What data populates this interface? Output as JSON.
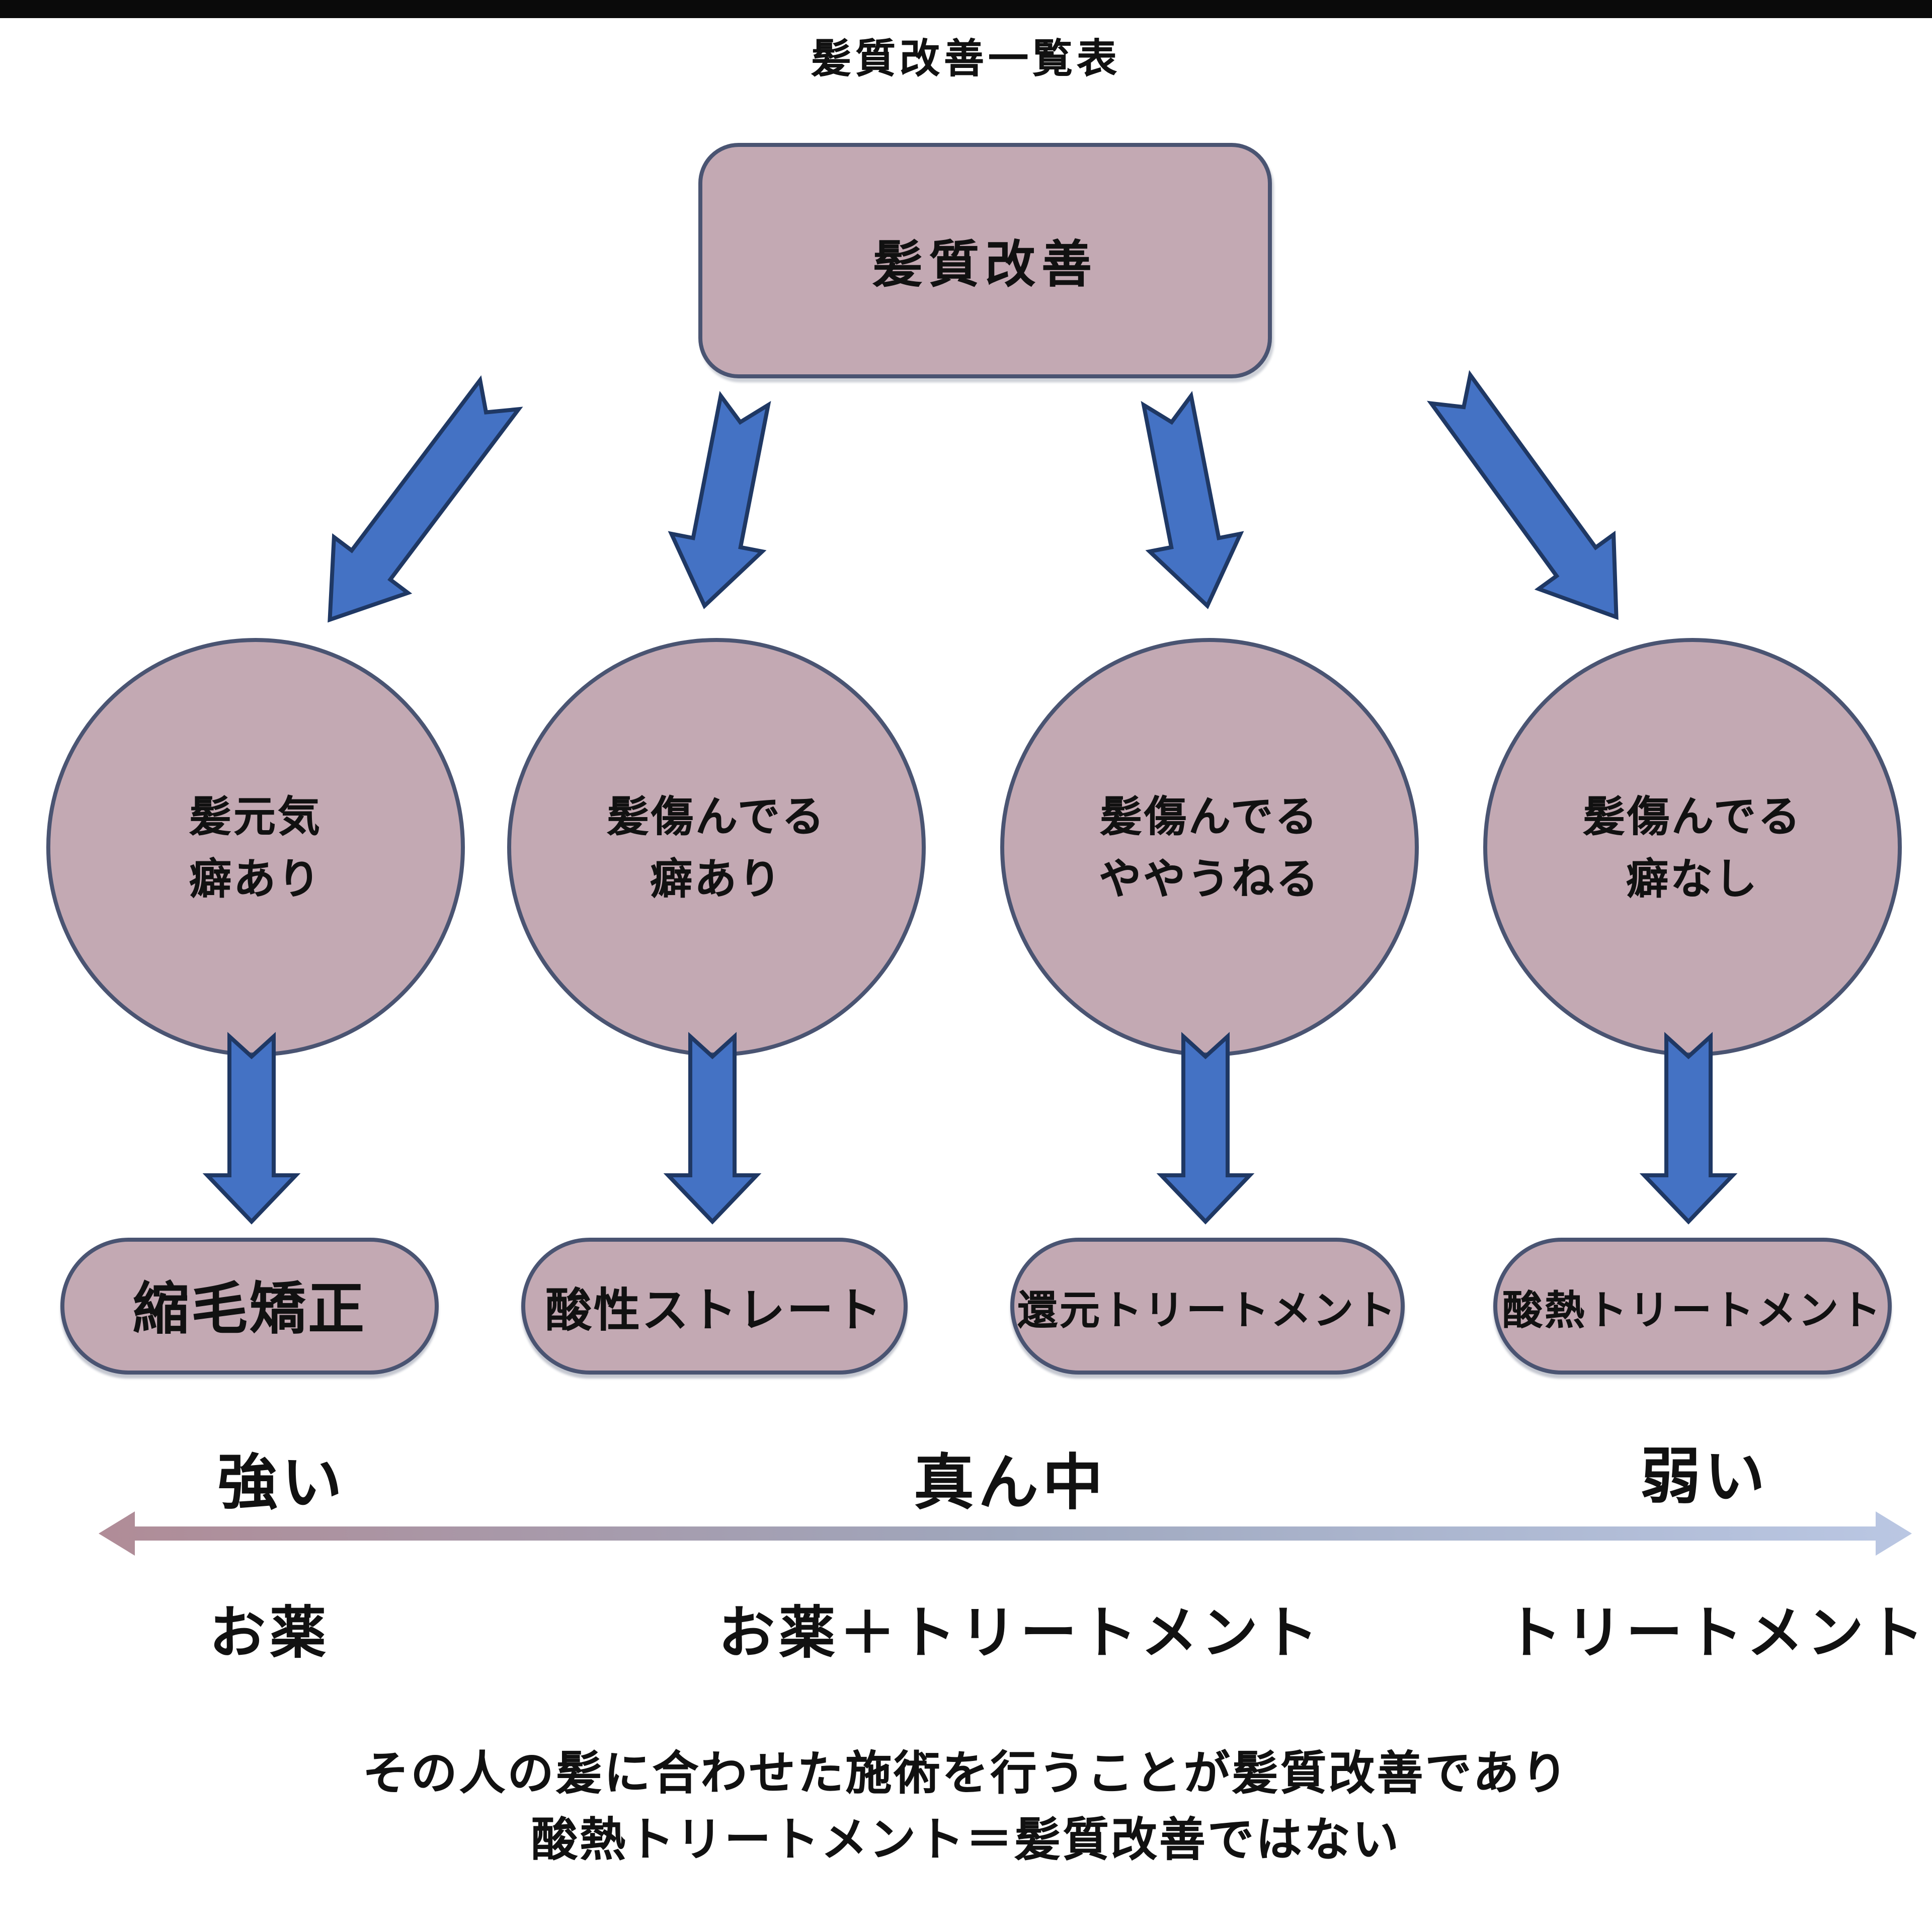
{
  "title": "髪質改善一覧表",
  "root": {
    "label": "髪質改善"
  },
  "branches": [
    {
      "condition_line1": "髪元気",
      "condition_line2": "癖あり",
      "treatment": "縮毛矯正"
    },
    {
      "condition_line1": "髪傷んでる",
      "condition_line2": "癖あり",
      "treatment": "酸性ストレート"
    },
    {
      "condition_line1": "髪傷んでる",
      "condition_line2": "ややうねる",
      "treatment": "還元トリートメント"
    },
    {
      "condition_line1": "髪傷んでる",
      "condition_line2": "癖なし",
      "treatment": "酸熱トリートメント"
    }
  ],
  "strength_axis": {
    "left_label": "強い",
    "center_label": "真ん中",
    "right_label": "弱い",
    "left_sublabel": "お薬",
    "center_sublabel": "お薬＋トリートメント",
    "right_sublabel": "トリートメント"
  },
  "footer": {
    "line1": "その人の髪に合わせた施術を行うことが髪質改善であり",
    "line2": "酸熱トリートメント＝髪質改善ではない"
  },
  "colors": {
    "shape_fill": "#c3a9b3",
    "shape_border": "#4a5472",
    "arrow_fill": "#4472c4",
    "arrow_border": "#1f3864",
    "axis_gradient_left": "#b08c97",
    "axis_gradient_mid": "#9fa7bd",
    "axis_gradient_right": "#bac7e3"
  }
}
